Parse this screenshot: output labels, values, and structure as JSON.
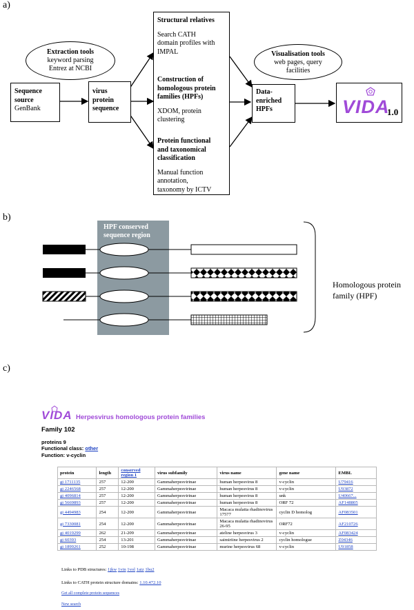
{
  "panel_a": {
    "label": "a)",
    "extraction": {
      "title": "Extraction tools",
      "lines": [
        "keyword parsing",
        "Entrez at NCBI"
      ]
    },
    "source": {
      "title_lines": [
        "Sequence",
        "source"
      ],
      "sub": "GenBank"
    },
    "virus": {
      "lines": [
        "virus",
        "protein",
        "sequence"
      ]
    },
    "structural": {
      "title": "Structural relatives",
      "lines": [
        "Search CATH",
        "domain profiles with",
        "IMPAL"
      ]
    },
    "construction": {
      "title_lines": [
        "Construction of",
        "homologous protein",
        "families (HPFs)"
      ],
      "sub_lines": [
        "XDOM, protein",
        "clustering"
      ]
    },
    "functional": {
      "title_lines": [
        "Protein functional",
        "and taxonomical",
        "classification"
      ],
      "sub_lines": [
        "Manual function",
        "annotation,",
        "taxonomy by ICTV"
      ]
    },
    "visualisation": {
      "title": "Visualisation tools",
      "lines": [
        "web pages, query",
        "facilities"
      ]
    },
    "enriched": {
      "lines": [
        "Data-",
        "enriched",
        "HPFs"
      ]
    },
    "vida_logo": {
      "word": "VIDA",
      "version": "1.0"
    }
  },
  "panel_b": {
    "label": "b)",
    "region_title_lines": [
      "HPF conserved",
      "sequence region"
    ],
    "family_lines": [
      "Homologous protein",
      "family (HPF)"
    ]
  },
  "panel_c": {
    "label": "c)",
    "logo_word": "VIDA",
    "header_title": "Herpesvirus homologous protein families",
    "family": "Family 102",
    "proteins": "proteins 9",
    "functional_class_label": "Functional class:",
    "functional_class_value": "other",
    "function": "Function: v-cyclin",
    "columns": [
      "protein",
      "length",
      "conserved region 1",
      "virus subfamily",
      "virus name",
      "gene name",
      "EMBL"
    ],
    "rows": [
      [
        "gi 1711135",
        "257",
        "12-200",
        "Gammaherpesvirinae",
        "human herpesvirus 8",
        "v-cyclin",
        "U79416"
      ],
      [
        "gi 2246568",
        "257",
        "12-200",
        "Gammaherpesvirinae",
        "human herpesvirus 8",
        "v-cyclin",
        "U93872"
      ],
      [
        "gi 4096814",
        "257",
        "12-200",
        "Gammaherpesvirinae",
        "human herpesvirus 8",
        "unk",
        "U40667..."
      ],
      [
        "gi 5669893",
        "257",
        "12-200",
        "Gammaherpesvirinae",
        "human herpesvirus 8",
        "ORF 72",
        "AF148805"
      ],
      [
        "gi 4494983",
        "254",
        "12-200",
        "Gammaherpesvirinae",
        "Macaca mulatta rhadinovirus 17577",
        "cyclin D homolog",
        "AF083501"
      ],
      [
        "gi 7330081",
        "254",
        "12-200",
        "Gammaherpesvirinae",
        "Macaca mulatta rhadinovirus 26-95",
        "ORF72",
        "AF210726"
      ],
      [
        "gi 4019299",
        "262",
        "21-209",
        "Gammaherpesvirinae",
        "ateline herpesvirus 3",
        "v-cyclin",
        "AF083424"
      ],
      [
        "gi 60393",
        "254",
        "13-201",
        "Gammaherpesvirinae",
        "saimiriine herpesvirus 2",
        "cyclin homologue",
        "Z04346"
      ],
      [
        "gi 1899261",
        "252",
        "10-198",
        "Gammaherpesvirinae",
        "murine herpesvirus 68",
        "v-cyclin",
        "U91858"
      ]
    ],
    "pdb_label": "Links to PDB structures:",
    "pdb_links": [
      "1jkw",
      "1vin",
      "1vol",
      "1aiz",
      "1bu2"
    ],
    "cath_label": "Links to CATH protein structure domains:",
    "cath_link": "1.10.472.10",
    "get_all": "Get all complete protein sequences",
    "new_search": "New search"
  }
}
